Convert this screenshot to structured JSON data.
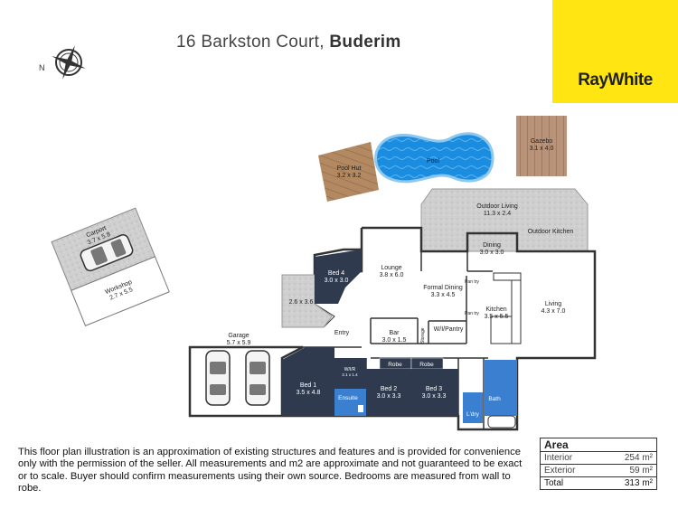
{
  "header": {
    "address": "16 Barkston Court, ",
    "suburb": "Buderim"
  },
  "brand": {
    "logo_text": "RayWhite",
    "logo_bg": "#ffe512"
  },
  "compass": {
    "north_label": "N"
  },
  "rooms": {
    "pool_hut": {
      "name": "Pool Hut",
      "size": "3.2 x 3.2"
    },
    "pool": {
      "name": "Pool"
    },
    "gazebo": {
      "name": "Gazebo",
      "size": "3.1 x 4.0"
    },
    "carport": {
      "name": "Carport",
      "size": "3.7 x 5.8"
    },
    "workshop": {
      "name": "Workshop",
      "size": "2.7 x 5.5"
    },
    "outdoor_living": {
      "name": "Outdoor Living",
      "size": "11.3 x 2.4"
    },
    "outdoor_kitchen": {
      "name": "Outdoor Kitchen"
    },
    "dining": {
      "name": "Dining",
      "size": "3.0 x 3.0"
    },
    "bed4": {
      "name": "Bed 4",
      "size": "3.0 x 3.0"
    },
    "lounge": {
      "name": "Lounge",
      "size": "3.8 x 6.0"
    },
    "formal_dining": {
      "name": "Formal Dining",
      "size": "3.3 x 4.5"
    },
    "patio": {
      "size": "2.6 x 3.6"
    },
    "pantry1": {
      "name": "Pan try"
    },
    "pantry2": {
      "name": "Pan try"
    },
    "kitchen": {
      "name": "Kitchen",
      "size": "3.5 x 5.5"
    },
    "living": {
      "name": "Living",
      "size": "4.3 x 7.0"
    },
    "entry": {
      "name": "Entry"
    },
    "bar": {
      "name": "Bar",
      "size": "3.0 x 1.5"
    },
    "storage": {
      "name": "Storage"
    },
    "wi_pantry": {
      "name": "W/I/Pantry"
    },
    "garage": {
      "name": "Garage",
      "size": "5.7 x 5.9"
    },
    "bed1": {
      "name": "Bed 1",
      "size": "3.5 x 4.8"
    },
    "wir": {
      "name": "W/I/R",
      "size": "2.1 x 1.4"
    },
    "ensuite": {
      "name": "Ensuite"
    },
    "robe1": {
      "name": "Robe"
    },
    "robe2": {
      "name": "Robe"
    },
    "bed2": {
      "name": "Bed 2",
      "size": "3.0 x 3.3"
    },
    "bed3": {
      "name": "Bed 3",
      "size": "3.0 x 3.3"
    },
    "bath": {
      "name": "Bath"
    },
    "ldry": {
      "name": "L'dry"
    }
  },
  "disclaimer": "This floor plan illustration is an approximation of existing structures and features and is provided for convenience only with the permission of the seller. All measurements and m2 are approximate and not guaranteed to be exact or to scale. Buyer should confirm measurements using their own source. Bedrooms are measured from wall to robe.",
  "area": {
    "title": "Area",
    "rows": [
      {
        "label": "Interior",
        "value": "254 m²"
      },
      {
        "label": "Exterior",
        "value": "59 m²"
      },
      {
        "label": "Total",
        "value": "313 m²"
      }
    ]
  },
  "colors": {
    "bedroom": "#2f3a4f",
    "ensuite": "#3a7fd0",
    "deck": "#b88e63",
    "pool": "#1f8fe0",
    "paving": "#c8c8c8"
  }
}
